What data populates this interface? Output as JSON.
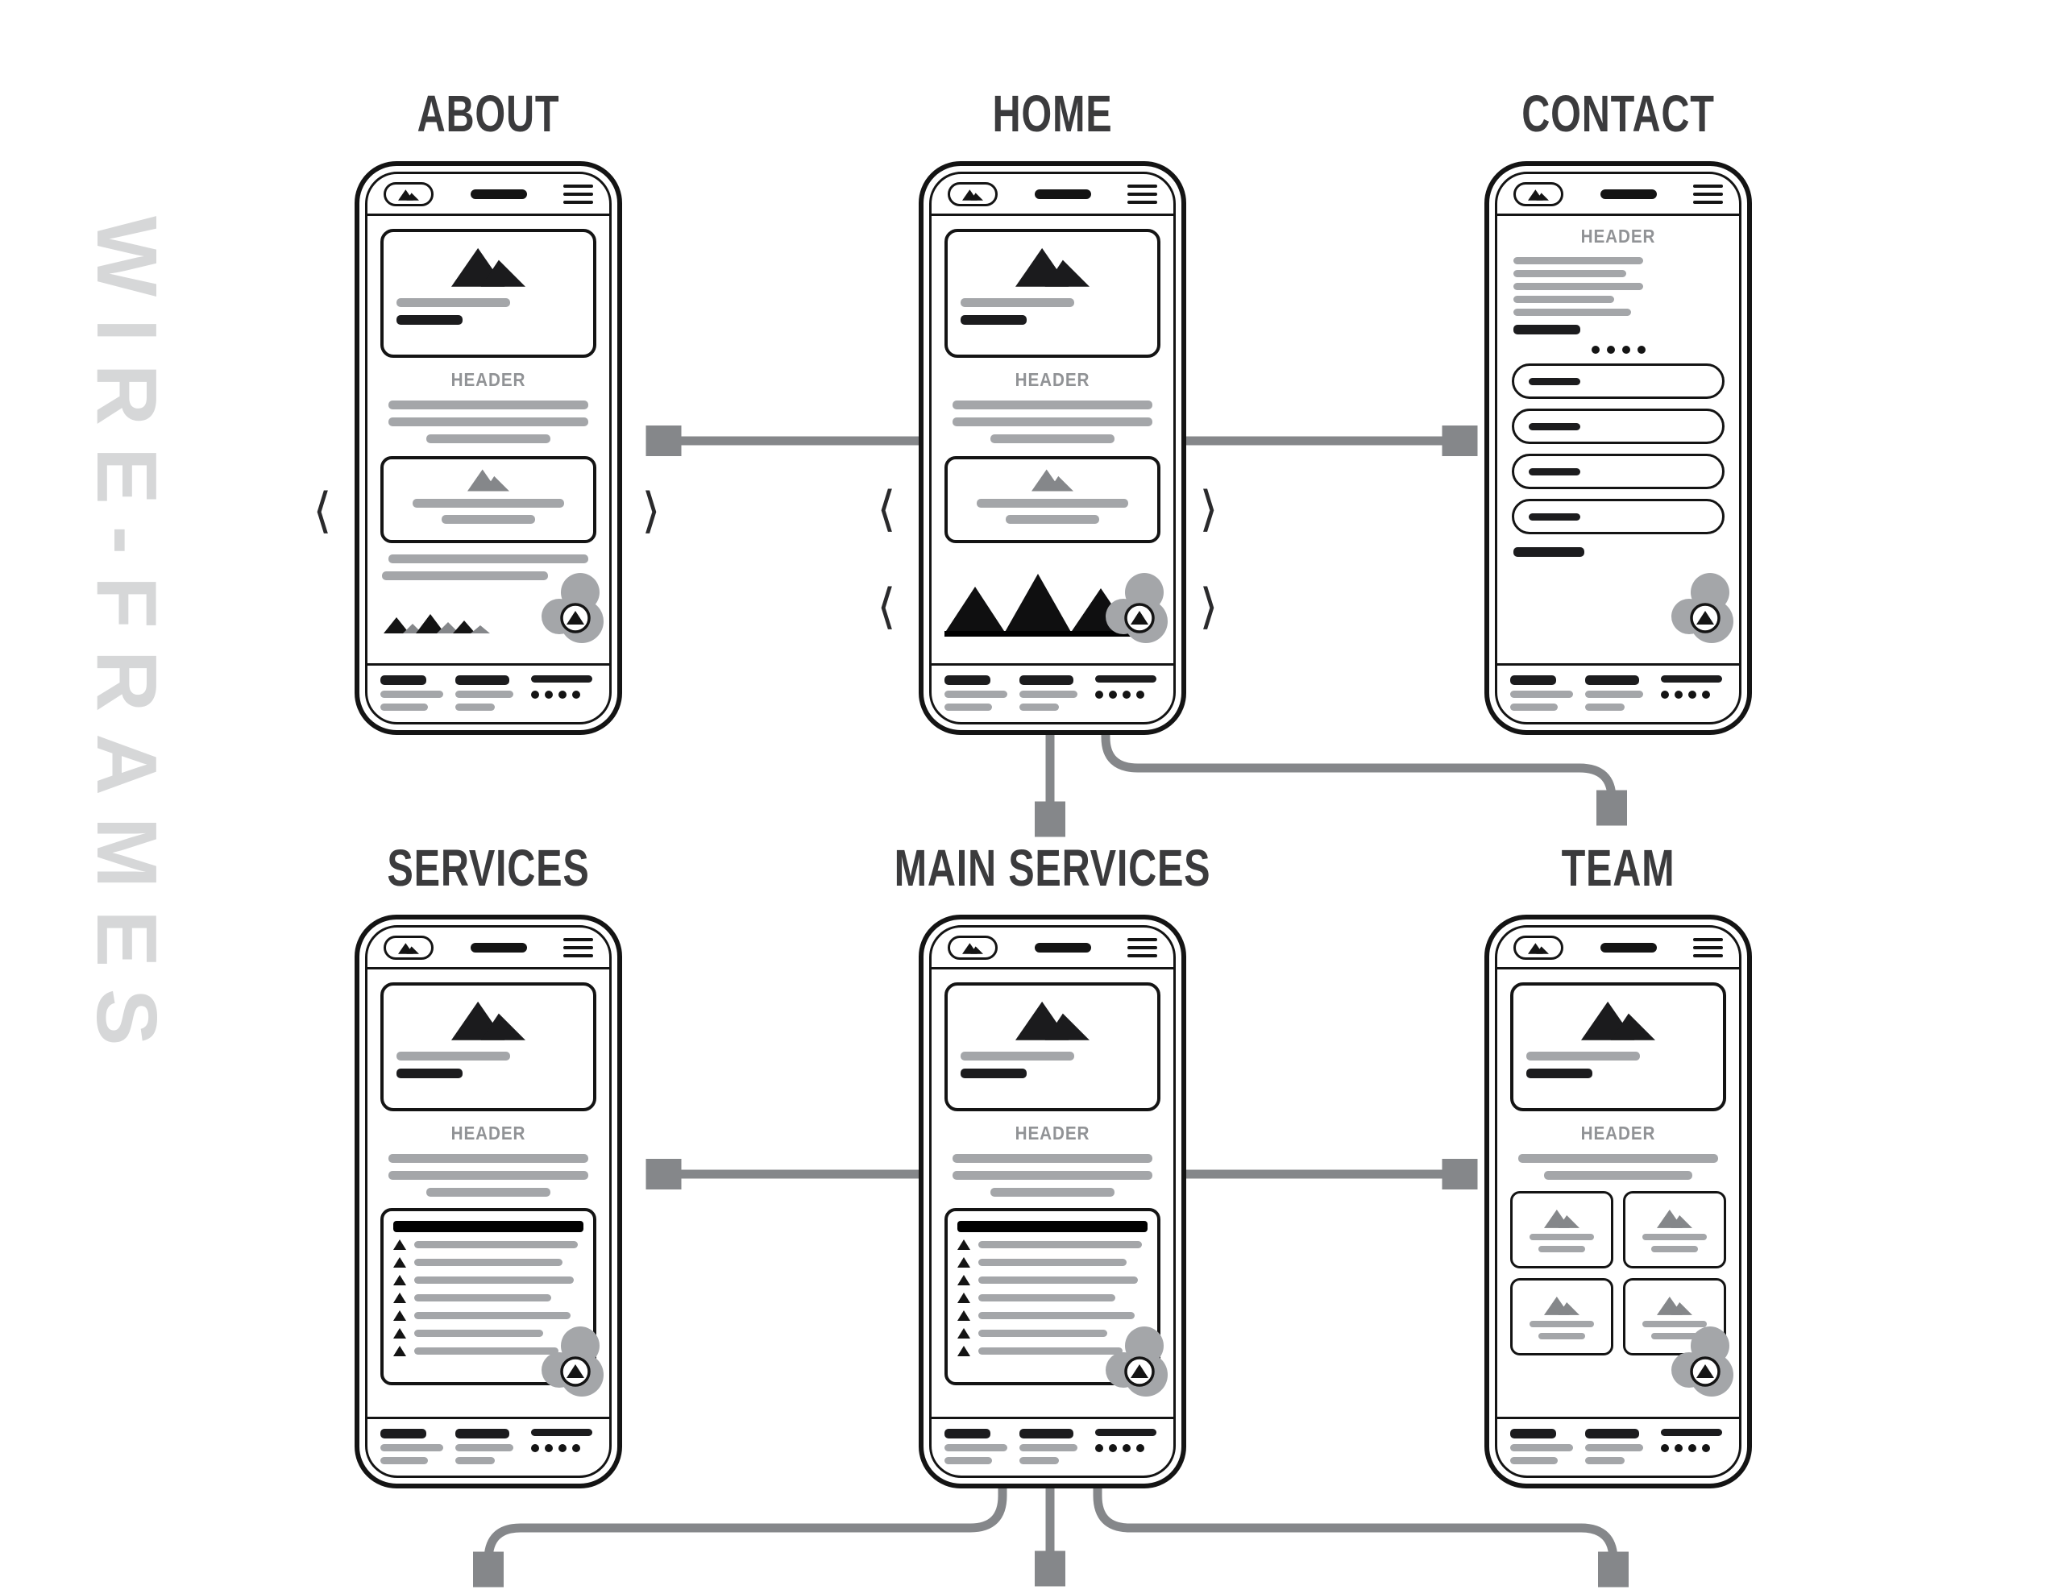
{
  "watermark": "WIRE-FRAMES",
  "colors": {
    "frame": "#141414",
    "line_gray": "#a4a6a9",
    "line_dark": "#1c1c1e",
    "arrow": "#85878a",
    "title": "#3b3b3d",
    "header_label": "#919396",
    "watermark": "#d6d7d8"
  },
  "icons": {
    "chevron_left": "⟨",
    "chevron_right": "⟩",
    "camera": "mountain-pill",
    "menu": "hamburger",
    "image_placeholder": "mountain",
    "cloud_badge": "mountain-circle"
  },
  "phones": {
    "about": {
      "title": "ABOUT",
      "header_label": "HEADER"
    },
    "home": {
      "title": "HOME",
      "header_label": "HEADER"
    },
    "contact": {
      "title": "CONTACT",
      "header_label": "HEADER"
    },
    "services": {
      "title": "SERVICES",
      "header_label": "HEADER"
    },
    "main_services": {
      "title": "MAIN SERVICES",
      "header_label": "HEADER"
    },
    "team": {
      "title": "TEAM",
      "header_label": "HEADER"
    }
  },
  "edges": [
    {
      "from": "home",
      "to": "about",
      "style": "straight-left"
    },
    {
      "from": "home",
      "to": "contact",
      "style": "straight-right"
    },
    {
      "from": "home",
      "to": "main_services",
      "style": "straight-down"
    },
    {
      "from": "home",
      "to": "team",
      "style": "elbow-right-down"
    },
    {
      "from": "main_services",
      "to": "services",
      "style": "straight-left"
    },
    {
      "from": "main_services",
      "to": "team",
      "style": "straight-right"
    },
    {
      "from": "main_services",
      "to": "offpage-left",
      "style": "elbow-down"
    },
    {
      "from": "main_services",
      "to": "offpage-center",
      "style": "straight-down"
    },
    {
      "from": "main_services",
      "to": "offpage-right",
      "style": "elbow-down"
    }
  ]
}
